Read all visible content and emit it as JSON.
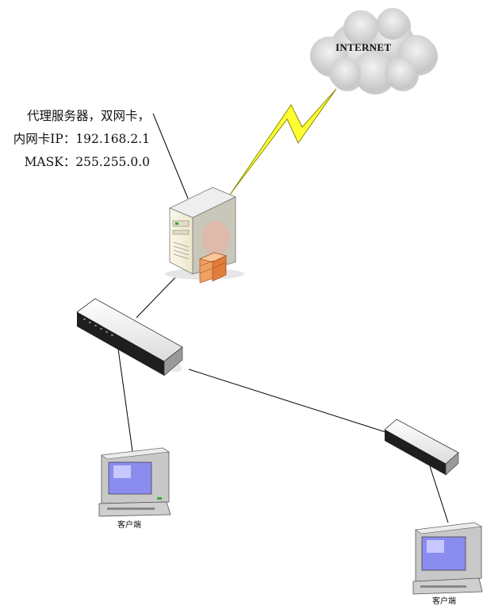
{
  "internet": {
    "label": "INTERNET"
  },
  "proxy_server": {
    "line1": "代理服务器，双网卡，",
    "line2": "内网卡IP：192.168.2.1",
    "line3": "MASK：255.255.0.0"
  },
  "clients": [
    {
      "label": "客户端"
    },
    {
      "label": "客户端"
    }
  ],
  "colors": {
    "cloud": "#d2d2d2",
    "lightning": "#ffff33",
    "server_body": "#f6f2e0",
    "firewall": "#f0a060",
    "switch": "#1e1e1e",
    "screen": "#8a8cf0"
  }
}
